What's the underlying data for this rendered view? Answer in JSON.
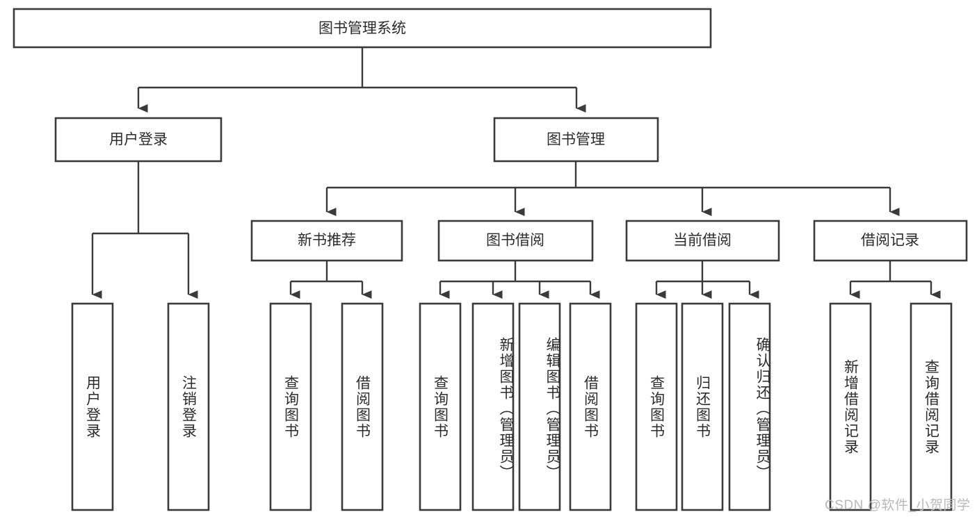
{
  "diagram": {
    "type": "tree",
    "title": "图书管理系统",
    "root": {
      "label": "图书管理系统"
    },
    "level2": [
      {
        "label": "用户登录"
      },
      {
        "label": "图书管理"
      }
    ],
    "level3": [
      {
        "label": "新书推荐",
        "parent": "图书管理"
      },
      {
        "label": "图书借阅",
        "parent": "图书管理"
      },
      {
        "label": "当前借阅",
        "parent": "图书管理"
      },
      {
        "label": "借阅记录",
        "parent": "图书管理"
      }
    ],
    "leaves": {
      "user_login": [
        {
          "label": "用户登录"
        },
        {
          "label": "注销登录"
        }
      ],
      "new_book_recommend": [
        {
          "label": "查询图书"
        },
        {
          "label": "借阅图书"
        }
      ],
      "book_borrow": [
        {
          "label": "查询图书"
        },
        {
          "label": "新增图书（管理员）"
        },
        {
          "label": "编辑图书（管理员）"
        },
        {
          "label": "借阅图书"
        }
      ],
      "current_borrow": [
        {
          "label": "查询图书"
        },
        {
          "label": "归还图书"
        },
        {
          "label": "确认归还（管理员）"
        }
      ],
      "borrow_record": [
        {
          "label": "新增借阅记录"
        },
        {
          "label": "查询借阅记录"
        }
      ]
    }
  },
  "watermark": {
    "text": "CSDN @软件_小贺同学"
  },
  "colors": {
    "stroke": "#3a3a3a",
    "box_fill": "#ffffff",
    "text": "#2b2b2b",
    "background": "#ffffff",
    "watermark": "#b9b9b9"
  }
}
